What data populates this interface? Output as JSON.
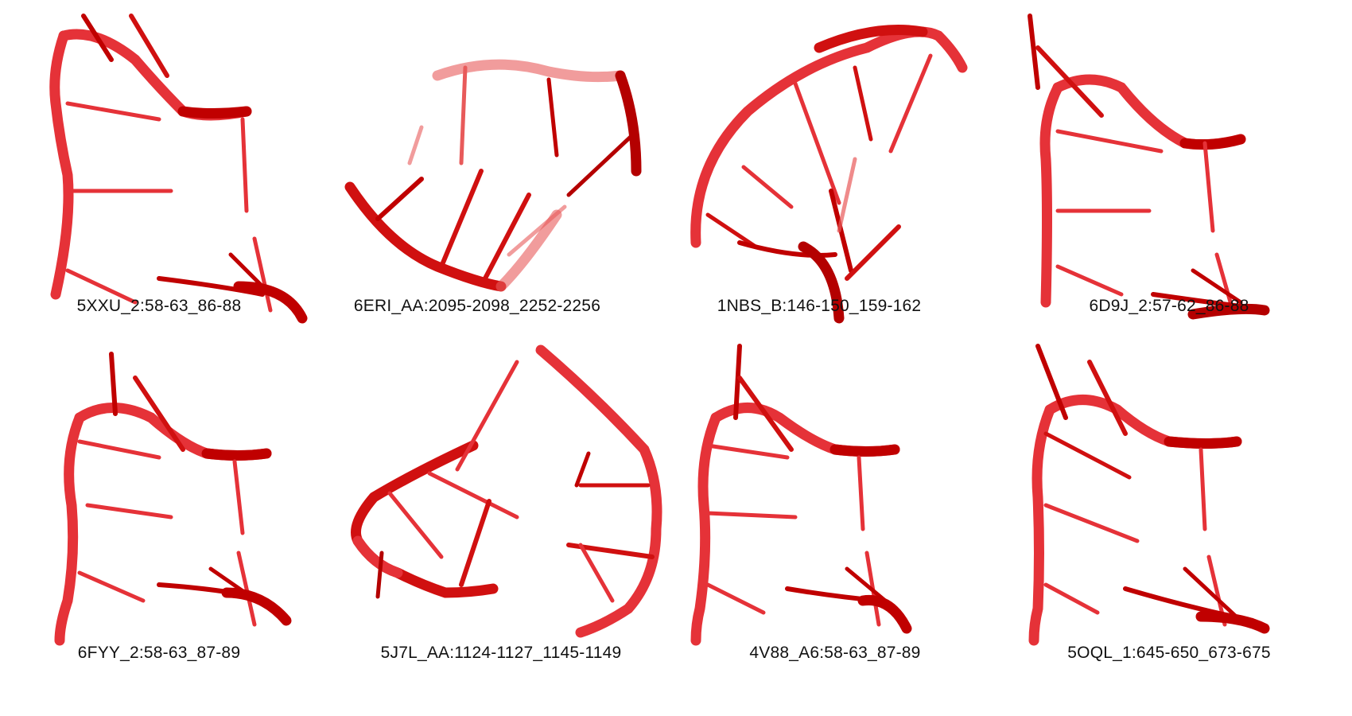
{
  "figure": {
    "structure_color": "#e53238",
    "structure_dark_color": "#b40000",
    "panels": [
      {
        "label": "5XXU_2:58-63_86-88",
        "motif": "hook"
      },
      {
        "label": "6ERI_AA:2095-2098_2252-2256",
        "motif": "bridge"
      },
      {
        "label": "1NBS_B:146-150_159-162",
        "motif": "arch"
      },
      {
        "label": "6D9J_2:57-62_86-88",
        "motif": "hook"
      },
      {
        "label": "6FYY_2:58-63_87-89",
        "motif": "hook"
      },
      {
        "label": "5J7L_AA:1124-1127_1145-1149",
        "motif": "loop"
      },
      {
        "label": "4V88_A6:58-63_87-89",
        "motif": "hook"
      },
      {
        "label": "5OQL_1:645-650_673-675",
        "motif": "hook"
      }
    ]
  }
}
